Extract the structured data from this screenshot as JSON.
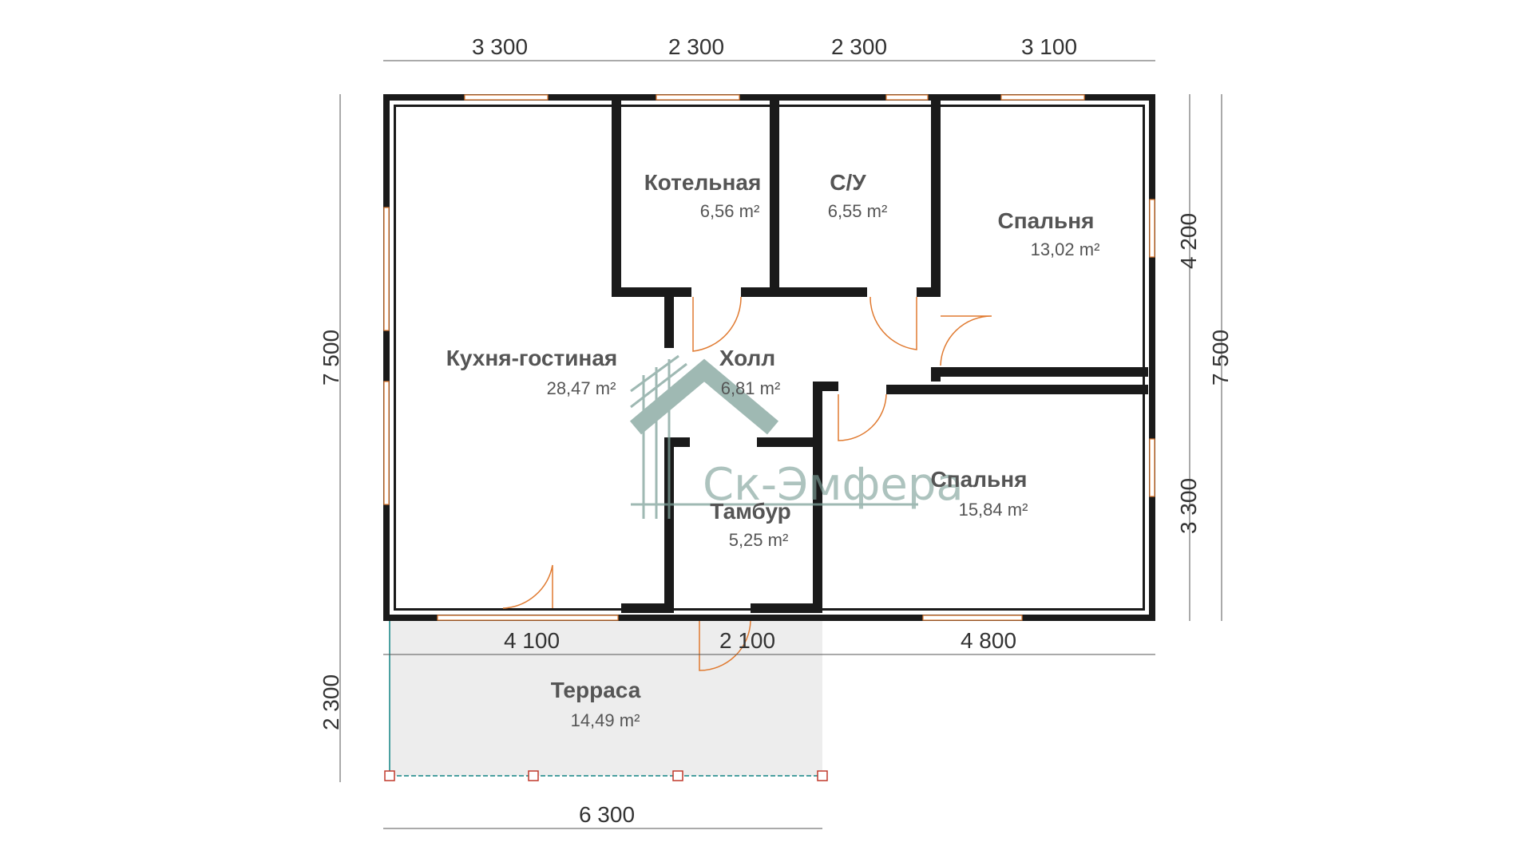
{
  "logo": {
    "text": "Ск-Эмфера"
  },
  "dimensions": {
    "top": [
      "3 300",
      "2 300",
      "2 300",
      "3 100"
    ],
    "bottom_house": [
      "4 100",
      "2 100",
      "4 800"
    ],
    "bottom_terrace": "6 300",
    "left_house": "7 500",
    "left_terrace": "2 300",
    "right_upper": "4 200",
    "right_lower": "3 300",
    "right_total": "7 500"
  },
  "rooms": {
    "kitchen": {
      "name": "Кухня-гостиная",
      "area": "28,47 m²"
    },
    "boiler": {
      "name": "Котельная",
      "area": "6,56 m²"
    },
    "bathroom": {
      "name": "С/У",
      "area": "6,55 m²"
    },
    "bedroom1": {
      "name": "Спальня",
      "area": "13,02 m²"
    },
    "hall": {
      "name": "Холл",
      "area": "6,81 m²"
    },
    "vestibule": {
      "name": "Тамбур",
      "area": "5,25 m²"
    },
    "bedroom2": {
      "name": "Спальня",
      "area": "15,84 m²"
    },
    "terrace": {
      "name": "Терраса",
      "area": "14,49 m²"
    }
  },
  "colors": {
    "wall": "#1a1a1a",
    "terrace_fill": "#ededed",
    "door_arc": "#e07a30",
    "logo": "#7fa29a"
  }
}
